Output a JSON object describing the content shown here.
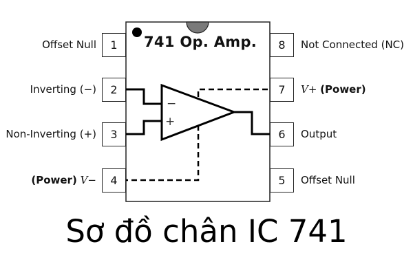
{
  "ic": {
    "title": "741 Op. Amp.",
    "notch_color": "#7a7a7a",
    "dot_color": "#000000"
  },
  "pins": {
    "left": [
      {
        "number": "1",
        "label": "Offset Null"
      },
      {
        "number": "2",
        "label_main": "Inverting ",
        "label_sym": "(−)"
      },
      {
        "number": "3",
        "label_main": "Non-Inverting ",
        "label_sym": "(+)"
      },
      {
        "number": "4",
        "label_bold": "(Power)",
        "label_ital": " V−"
      }
    ],
    "right": [
      {
        "number": "8",
        "label": "Not Connected (NC)"
      },
      {
        "number": "7",
        "label_ital": "V+ ",
        "label_bold": "(Power)"
      },
      {
        "number": "6",
        "label": "Output"
      },
      {
        "number": "5",
        "label": "Offset Null"
      }
    ]
  },
  "opamp": {
    "minus_symbol": "−",
    "plus_symbol": "+"
  },
  "caption": "Sơ đồ chân IC 741"
}
